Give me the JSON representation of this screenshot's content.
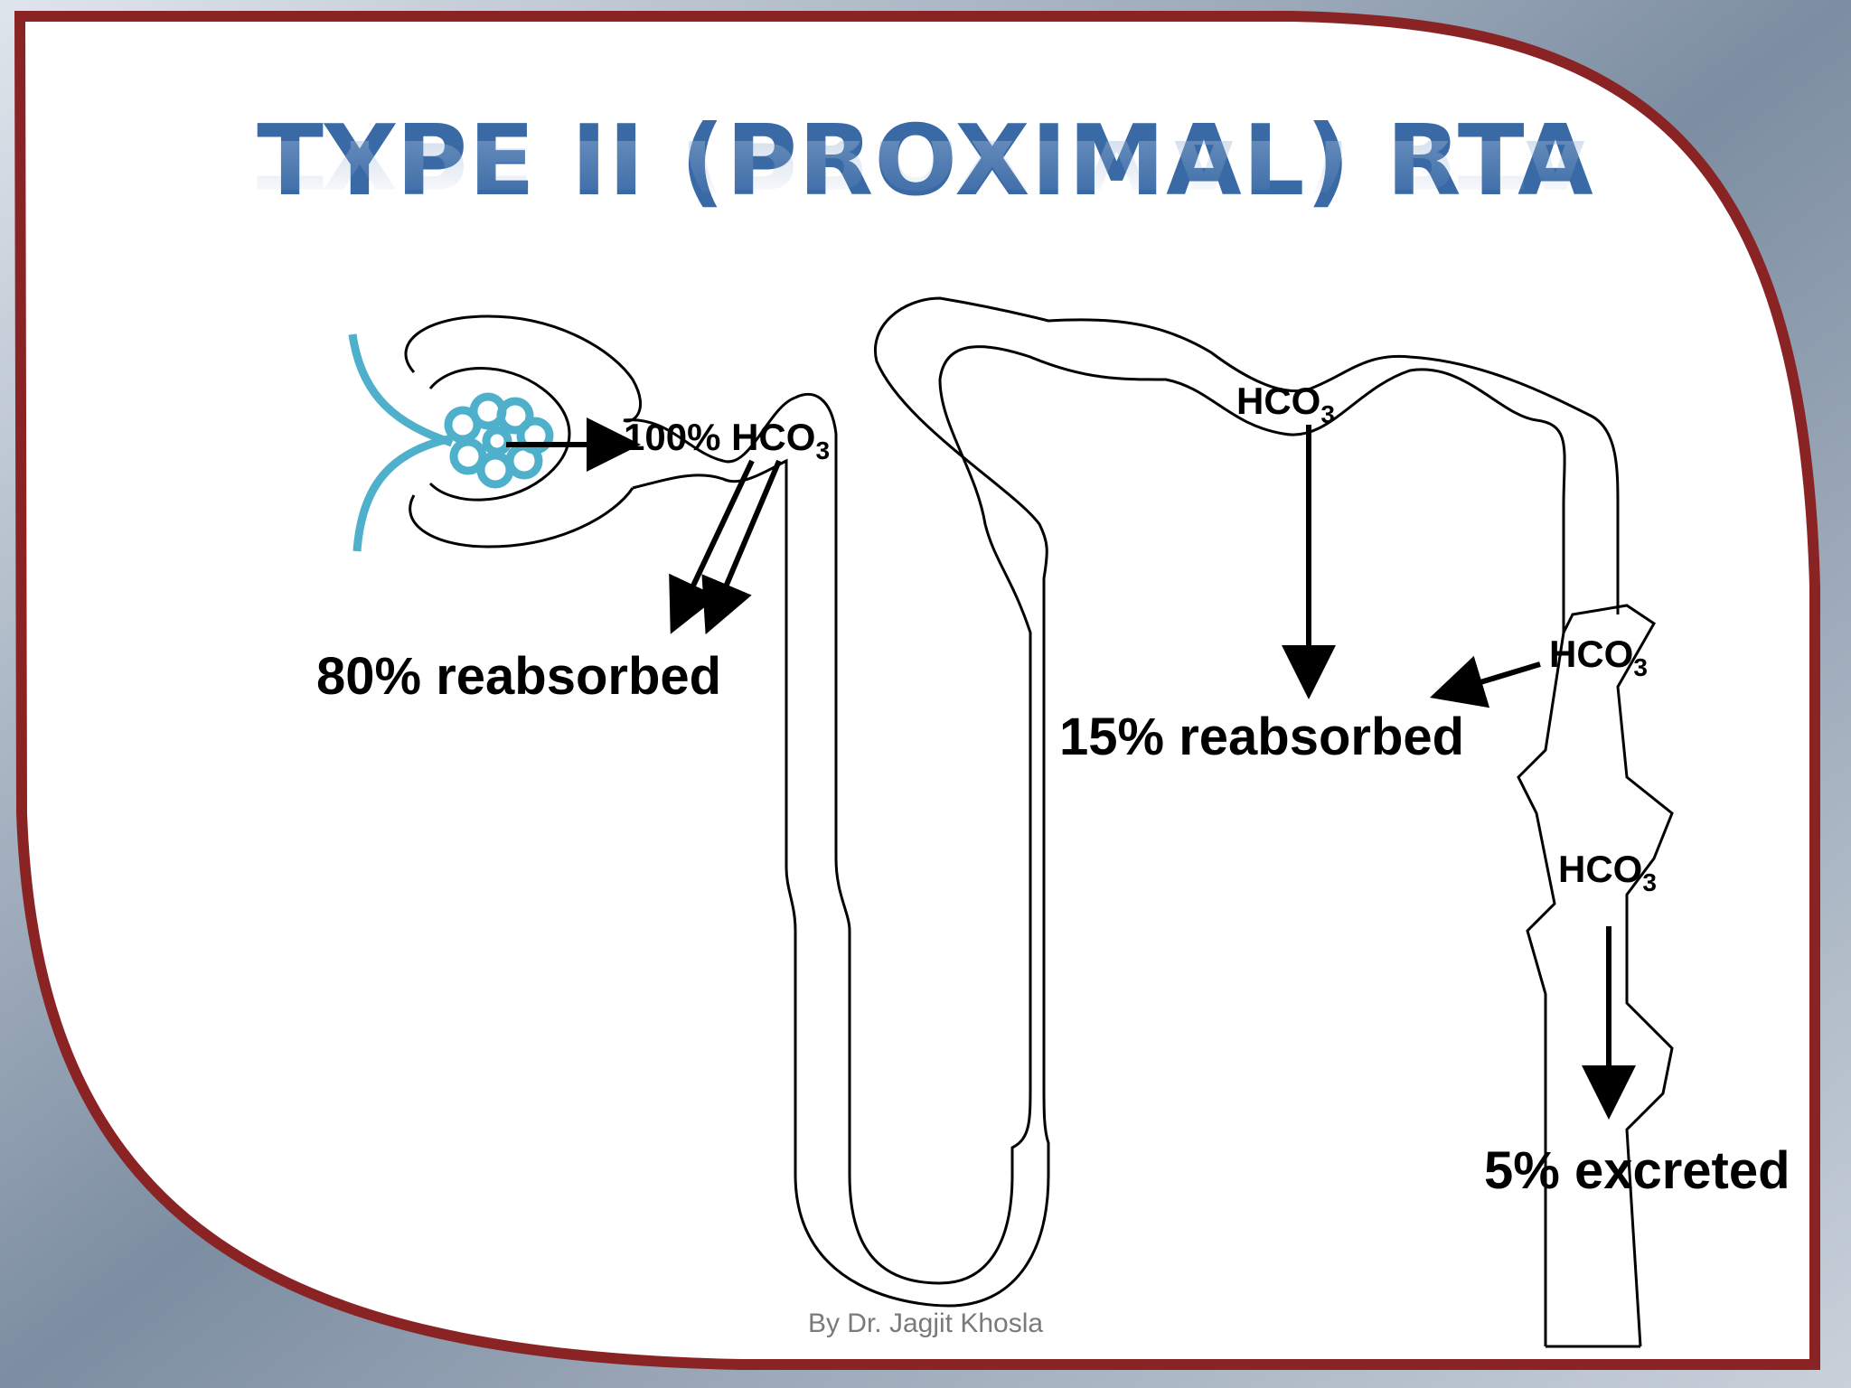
{
  "title": "TYPE II (PROXIMAL) RTA",
  "labels": {
    "bicarb_filtered_percent": "100%",
    "hco3_main": "HCO",
    "hco3_sub": "3",
    "reabsorbed_80": "80% reabsorbed",
    "reabsorbed_15": "15% reabsorbed",
    "excreted_5": "5% excreted"
  },
  "credit": "By Dr. Jagjit Khosla",
  "colors": {
    "title": "#3a6aa6",
    "frame": "#7a1e1e",
    "glomerulus": "#4fb0cc",
    "background": "#6f7f91"
  }
}
